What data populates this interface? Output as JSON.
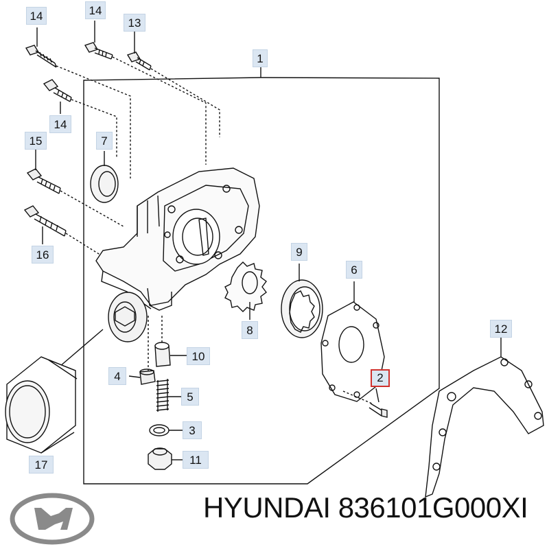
{
  "diagram": {
    "callouts": [
      "14",
      "14",
      "13",
      "1",
      "14",
      "7",
      "15",
      "16",
      "9",
      "6",
      "8",
      "10",
      "12",
      "4",
      "2",
      "5",
      "3",
      "11",
      "17"
    ]
  },
  "footer": {
    "brand_text": "HYUNDAI 836101G000XI",
    "logo": "hyundai-logo"
  },
  "colors": {
    "label_bg": "#dbe6f2",
    "selected_border": "#d0312d",
    "line": "#111111"
  }
}
